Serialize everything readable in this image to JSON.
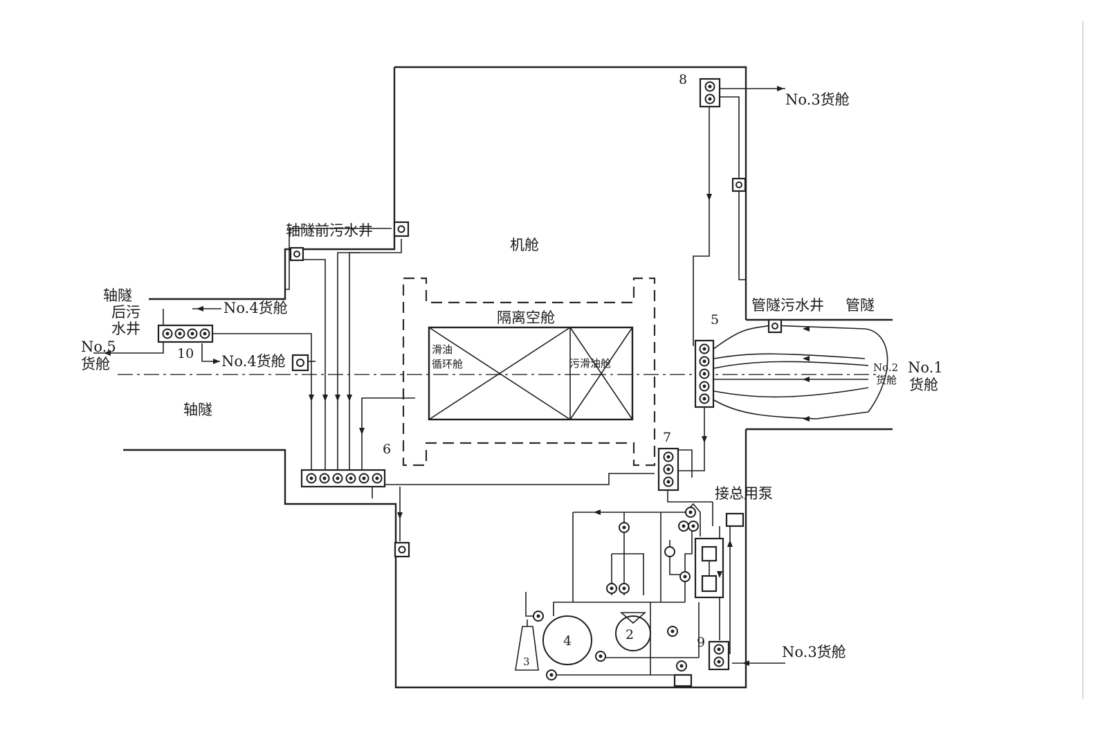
{
  "labels": {
    "engine_room": "机舱",
    "cofferdam": "隔离空舱",
    "lube_circ_tank": "滑油\n循环舱",
    "sludge_tank": "污滑油舱",
    "shaft_tunnel": "轴隧",
    "fwd_bilge_well": "轴隧前污水井",
    "aft_bilge_well": "轴隧\n后污\n水井",
    "pipe_tunnel_well": "管隧污水井",
    "pipe_tunnel": "管隧",
    "no5_hold": "No.5\n货舱",
    "no4_hold_a": "No.4货舱",
    "no4_hold_b": "No.4货舱",
    "no3_hold_top": "No.3货舱",
    "no3_hold_bottom": "No.3货舱",
    "no2_hold": "No.2\n货舱",
    "no1_hold": "No.1\n货舱",
    "to_gs_pump": "接总用泵"
  },
  "numbers": {
    "n2": "2",
    "n3": "3",
    "n4": "4",
    "n5": "5",
    "n6": "6",
    "n7": "7",
    "n8": "8",
    "n9": "9",
    "n10": "10"
  }
}
